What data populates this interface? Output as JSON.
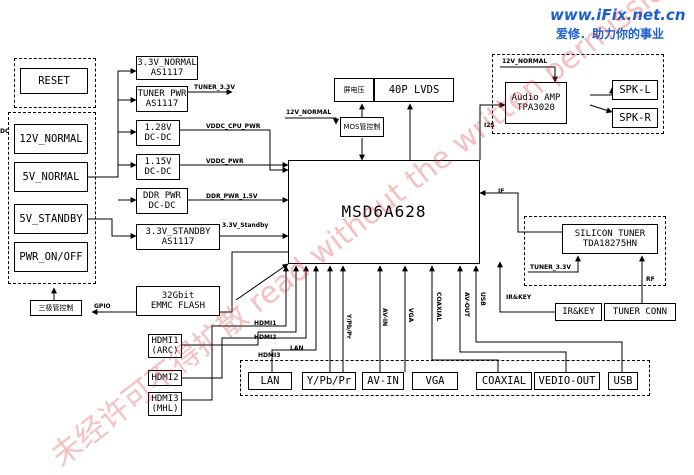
{
  "brand": {
    "site": "www.iFix.net.cn",
    "slogan": "爱修．助力你的事业"
  },
  "watermark": "未经许可不得扩散 read without the written permission",
  "blocks": {
    "reset": "RESET",
    "pwr_12v": "12V_NORMAL",
    "pwr_5v": "5V_NORMAL",
    "pwr_5v_sb": "5V_STANDBY",
    "pwr_onoff": "PWR_ON/OFF",
    "pwr_ctrl": "三极管控制",
    "ldo_33": "3.3V_NORMAL\nAS1117",
    "tuner_pwr": "TUNER PWR\nAS1117",
    "dcdc_128": "1.28V\nDC-DC",
    "dcdc_115": "1.15V\nDC-DC",
    "ddr_pwr": "DDR PWR\nDC-DC",
    "ldo_33_sb": "3.3V_STANDBY\nAS1117",
    "flash": "32Gbit\nEMMC FLASH",
    "screen_pwr": "屏电压",
    "lvds": "40P LVDS",
    "mos_ctrl": "MOS管控制",
    "soc": "MSD6A628",
    "amp": "Audio AMP\nTPA3020",
    "spk_l": "SPK-L",
    "spk_r": "SPK-R",
    "tuner": "SILICON TUNER\nTDA18275HN",
    "ir_key": "IR&KEY",
    "tuner_conn": "TUNER CONN",
    "hdmi1": "HDMI1\n(ARC)",
    "hdmi2": "HDMI2",
    "hdmi3": "HDMI3\n(MHL)",
    "lan": "LAN",
    "ypbpr": "Y/Pb/Pr",
    "avin": "AV-IN",
    "vga": "VGA",
    "coaxial": "COAXIAL",
    "vedio_out": "VEDIO-OUT",
    "usb": "USB"
  },
  "signals": {
    "tuner_33v": "TUNER_3.3V",
    "vddc_cpu": "VDDC_CPU_PWR",
    "vddc": "VDDC_PWR",
    "ddr_pwr": "DDR_PWR_1.5V",
    "sb_33": "3.3V_Standby",
    "n12v": "12V_NORMAL",
    "amp_12v": "12V_NORMAL",
    "i2s": "I2S",
    "gpio": "GPIO",
    "tuner_33v_b": "TUNER_3.3V",
    "if": "IF",
    "rf": "RF",
    "ir_key": "IR&KEY",
    "hdmi1": "HDMI1",
    "hdmi2": "HDMI2",
    "hdmi3": "HDMI3",
    "lan": "LAN",
    "ypbpr": "Y/Pb/Pr",
    "avin": "AV-IN",
    "vga": "VGA",
    "coaxial": "COAXIAL",
    "avout": "AV-OUT",
    "usb": "USB",
    "dc_edge": "DC"
  },
  "colors": {
    "brand": "#1a5fd0",
    "watermark": "#dc3c3c",
    "line": "#000000"
  }
}
